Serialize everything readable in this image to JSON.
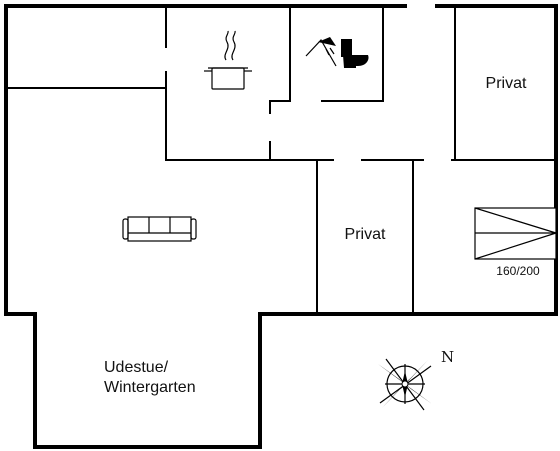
{
  "rooms": {
    "privat_1": "Privat",
    "privat_2": "Privat",
    "udestue_line1": "Udestue/",
    "udestue_line2": "Wintergarten"
  },
  "bed_label": "160/200",
  "compass_letter": "N",
  "icons": [
    "kitchen-pot-icon",
    "shower-icon",
    "toilet-icon",
    "sofa-icon",
    "bed-icon",
    "compass-rose-icon"
  ]
}
